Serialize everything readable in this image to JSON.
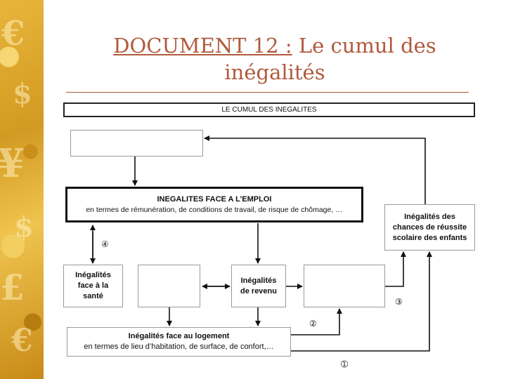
{
  "title": {
    "line1_underlined": "DOCUMENT 12 :",
    "line1_rest": " Le cumul des",
    "line2": "inégalités"
  },
  "diagram": {
    "header": "LE CUMUL DES INEGALITES",
    "emploi": {
      "title": "INEGALITES FACE A L’EMPLOI",
      "subtitle": "en termes de rémunération, de conditions de travail, de risque de chômage, …"
    },
    "chances": "Inégalités des chances de réussite scolaire des enfants",
    "sante": "Inégalités face à la santé",
    "revenu": "Inégalités de revenu",
    "logement": {
      "title": "Inégalités face au logement",
      "subtitle": "en termes de lieu d’habitation, de surface, de confort,…"
    },
    "markers": [
      "④",
      "③",
      "②",
      "➀"
    ]
  }
}
